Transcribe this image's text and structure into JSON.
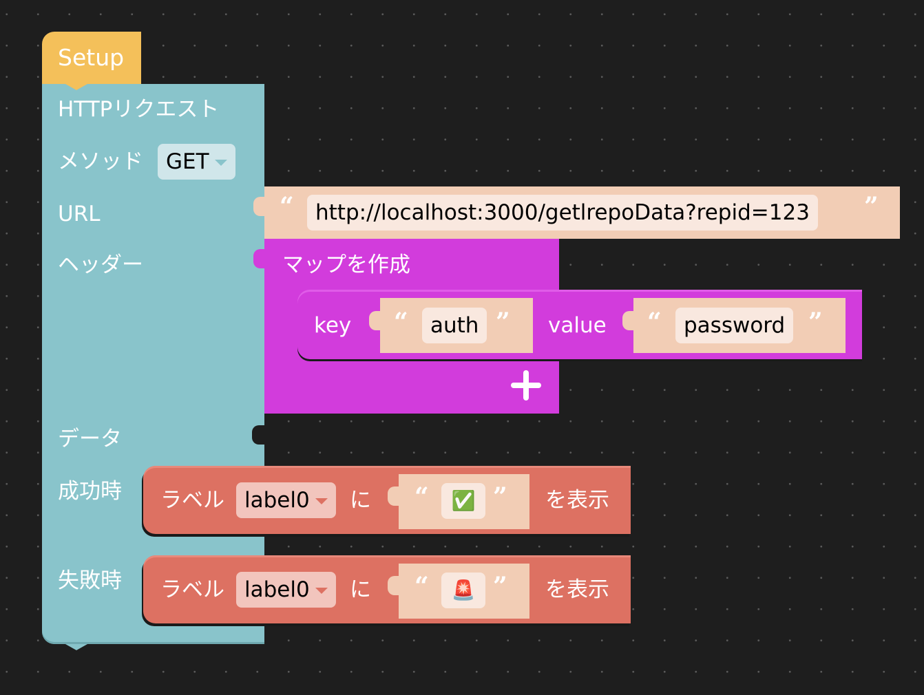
{
  "workspace": {
    "background_color": "#1e1e1e",
    "grid": "dotted"
  },
  "setup_block": {
    "label": "Setup",
    "color": "#f4c05a"
  },
  "http_request_block": {
    "title": "HTTPリクエスト",
    "color": "#89c4cb",
    "method_label": "メソッド",
    "method_value": "GET",
    "url_label": "URL",
    "url_value": "http://localhost:3000/getlrepoData?repid=123",
    "header_label": "ヘッダー",
    "data_label": "データ",
    "success_label": "成功時",
    "failure_label": "失敗時"
  },
  "text_block": {
    "open_quote": "“",
    "close_quote": "”",
    "color": "#f2cdb5"
  },
  "map_block": {
    "title": "マップを作成",
    "color": "#d23cdc",
    "entries": [
      {
        "key_label": "key",
        "key": "auth",
        "value_label": "value",
        "value": "password"
      }
    ],
    "add_button": "+"
  },
  "show_label_blocks": [
    {
      "prefix": "ラベル",
      "label_value": "label0",
      "particle": "に",
      "text": "✅",
      "suffix": "を表示"
    },
    {
      "prefix": "ラベル",
      "label_value": "label0",
      "particle": "に",
      "text": "🚨",
      "suffix": "を表示"
    }
  ],
  "show_label_color": "#dd7162"
}
